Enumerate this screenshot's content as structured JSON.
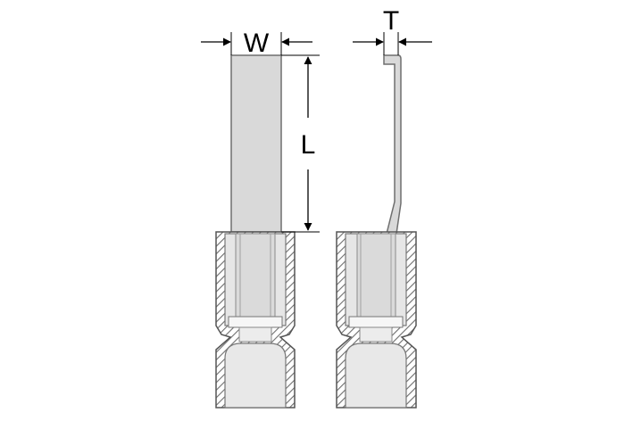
{
  "labels": {
    "width": "W",
    "thickness": "T",
    "length": "L"
  },
  "colors": {
    "blade_fill": "#d9d9d9",
    "blade_stroke": "#6f6f6f",
    "sleeve_fill": "#e3e3e3",
    "hatch": "#6e6e6e",
    "dimension_line": "#000000"
  }
}
